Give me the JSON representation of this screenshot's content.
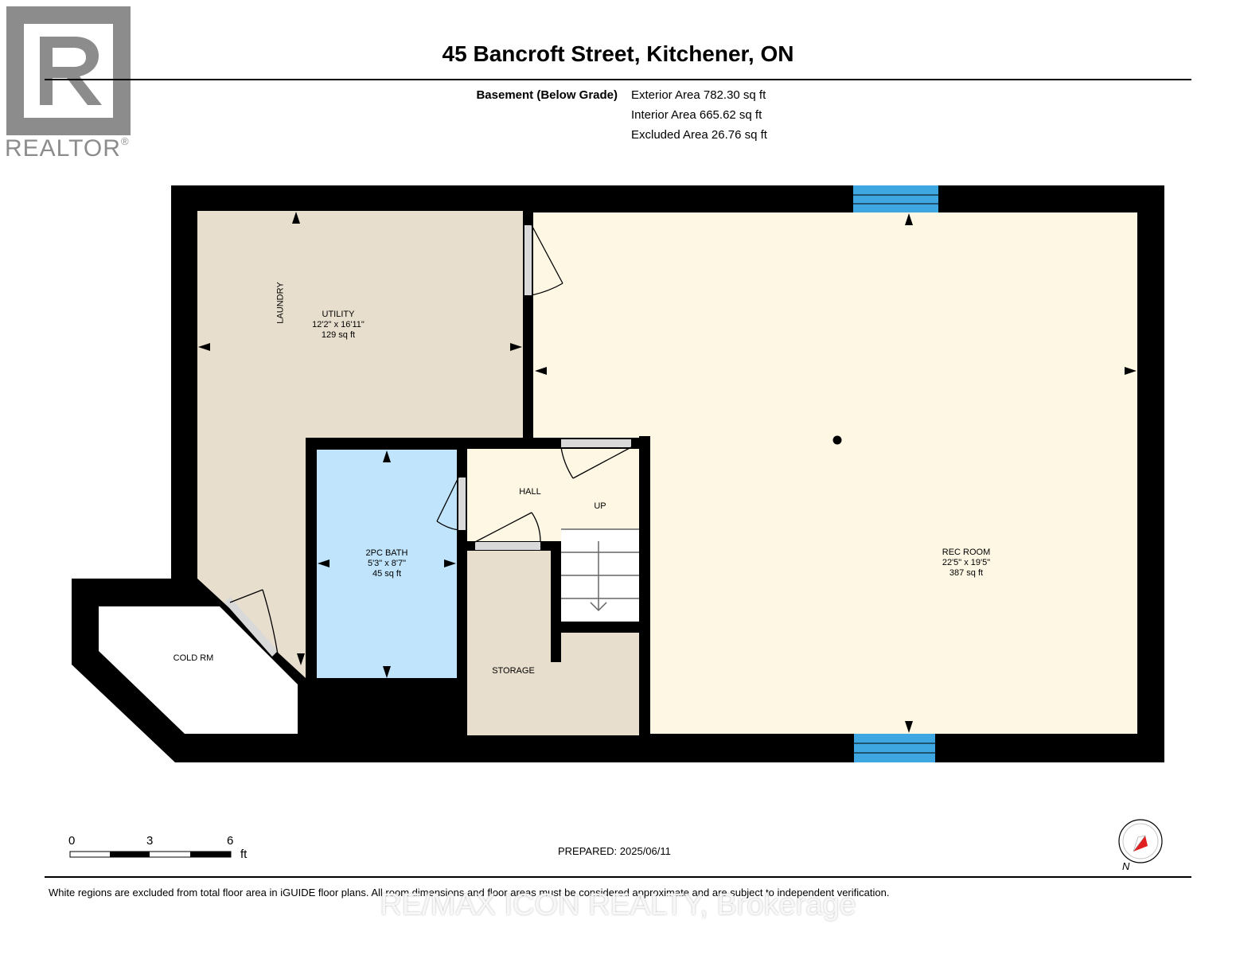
{
  "header": {
    "title": "45 Bancroft Street, Kitchener, ON",
    "floor_label": "Basement (Below Grade)",
    "areas": [
      "Exterior Area 782.30 sq ft",
      "Interior Area 665.62 sq ft",
      "Excluded Area 26.76 sq ft"
    ]
  },
  "logo": {
    "text": "REALTOR",
    "mark": "®",
    "icon": "realtor-r-logo"
  },
  "rooms": {
    "utility": {
      "name": "UTILITY",
      "dims": "12'2\" x 16'11\"",
      "area": "129 sq ft"
    },
    "laundry": {
      "name": "LAUNDRY"
    },
    "bath": {
      "name": "2PC BATH",
      "dims": "5'3\" x 8'7\"",
      "area": "45 sq ft"
    },
    "hall": {
      "name": "HALL"
    },
    "up": {
      "name": "UP"
    },
    "storage": {
      "name": "STORAGE"
    },
    "cold": {
      "name": "COLD RM"
    },
    "rec": {
      "name": "REC ROOM",
      "dims": "22'5\" x 19'5\"",
      "area": "387 sq ft"
    }
  },
  "colors": {
    "wall": "#000000",
    "utility": "#e8decd",
    "rec": "#fdf7e3",
    "bath": "#c0e4fb",
    "hall": "#fdf7e3",
    "storage": "#e8decd",
    "window": "#3ea6e0",
    "door": "#d9d9d9"
  },
  "scale": {
    "labels": [
      "0",
      "3",
      "6"
    ],
    "unit": "ft"
  },
  "prepared": "PREPARED: 2025/06/11",
  "disclaimer": "White regions are excluded from total floor area in iGUIDE floor plans. All room dimensions and floor areas must be considered approximate and are subject to independent verification.",
  "watermark": "RE/MAX ICON REALTY, Brokerage",
  "compass": {
    "label": "N",
    "icon": "compass-icon"
  }
}
